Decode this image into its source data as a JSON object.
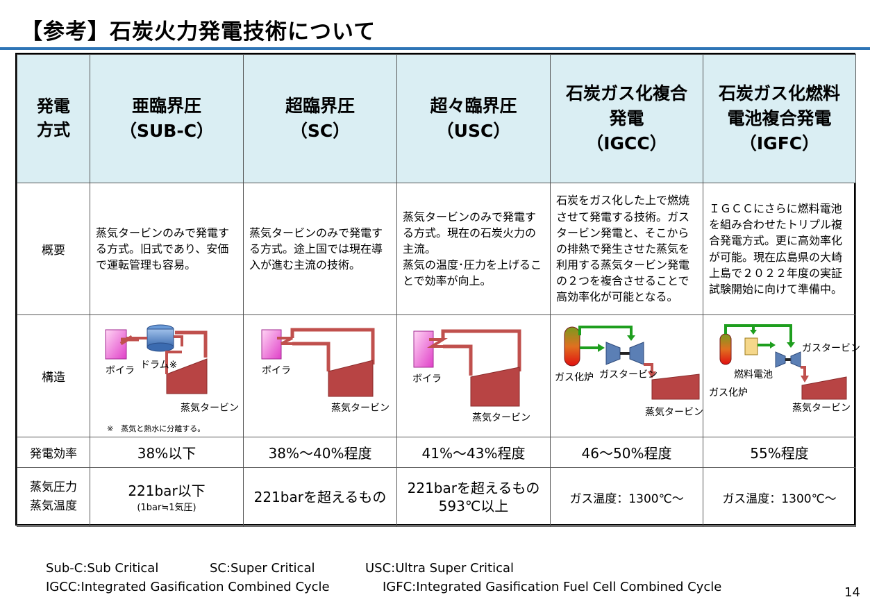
{
  "page": {
    "title": "【参考】石炭火力発電技術について",
    "page_number": "14"
  },
  "table": {
    "header": {
      "method_label": "発電方式",
      "col1": {
        "l1": "亜臨界圧",
        "l2": "（SUB-C）"
      },
      "col2": {
        "l1": "超臨界圧",
        "l2": "（SC）"
      },
      "col3": {
        "l1": "超々臨界圧",
        "l2": "（USC）"
      },
      "col4": {
        "l1": "石炭ガス化複合",
        "l2": "発電",
        "l3": "（IGCC）"
      },
      "col5": {
        "l1": "石炭ガス化燃料",
        "l2": "電池複合発電",
        "l3": "（IGFC）"
      }
    },
    "overview": {
      "label": "概要",
      "col1": "蒸気タービンのみで発電する方式。旧式であり、安価で運転管理も容易。",
      "col2": "蒸気タービンのみで発電する方式。途上国では現在導入が進む主流の技術。",
      "col3": {
        "p1": "蒸気タービンのみで発電する方式。現在の石炭火力の主流。",
        "p2": "蒸気の温度･圧力を上げることで効率が向上。"
      },
      "col4": "石炭をガス化した上で燃焼させて発電する技術。ガスタービン発電と、そこからの排熱で発生させた蒸気を利用する蒸気タービン発電の２つを複合させることで高効率化が可能となる。",
      "col5": "ＩＧＣＣにさらに燃料電池を組み合わせたトリプル複合発電方式。更に高効率化が可能。現在広島県の大崎上島で２０２２年度の実証試験開始に向けて準備中。"
    },
    "structure": {
      "label": "構造",
      "col1": {
        "boiler": "ボイラ",
        "drum": "ドラム※",
        "turbine": "蒸気タービン",
        "note": "※　蒸気と熱水に分離する。"
      },
      "col2": {
        "boiler": "ボイラ",
        "turbine": "蒸気タービン"
      },
      "col3": {
        "boiler": "ボイラ",
        "turbine": "蒸気タービン"
      },
      "col4": {
        "gasifier": "ガス化炉",
        "gas_turbine": "ガスタービン",
        "turbine": "蒸気タービン"
      },
      "col5": {
        "gas_turbine": "ガスタービン",
        "fuel_cell": "燃料電池",
        "gasifier": "ガス化炉",
        "turbine": "蒸気タービン"
      }
    },
    "efficiency": {
      "label": "発電効率",
      "values": [
        "38%以下",
        "38%～40%程度",
        "41%～43%程度",
        "46～50%程度",
        "55%程度"
      ]
    },
    "pressure": {
      "label1": "蒸気圧力",
      "label2": "蒸気温度",
      "col1": {
        "main": "221bar以下",
        "sub": "(1bar≒1気圧)"
      },
      "col2": "221barを超えるもの",
      "col3": {
        "l1": "221barを超えるもの",
        "l2": "593℃以上"
      },
      "col4": "ガス温度：1300℃～",
      "col5": "ガス温度：1300℃～"
    }
  },
  "footer": {
    "subc": "Sub-C:Sub Critical",
    "sc": "SC:Super Critical",
    "usc": "USC:Ultra Super Critical",
    "igcc": "IGCC:Integrated Gasification Combined Cycle",
    "igfc": "IGFC:Integrated Gasification Fuel Cell Combined Cycle"
  },
  "colors": {
    "header_bg": "#daeef3",
    "rule": "#2e75b6",
    "pipe": "#c0504d",
    "turbine": "#b84444",
    "gas_pipe": "#1e9e1e",
    "gas_turbine": "#5b7fb5"
  }
}
